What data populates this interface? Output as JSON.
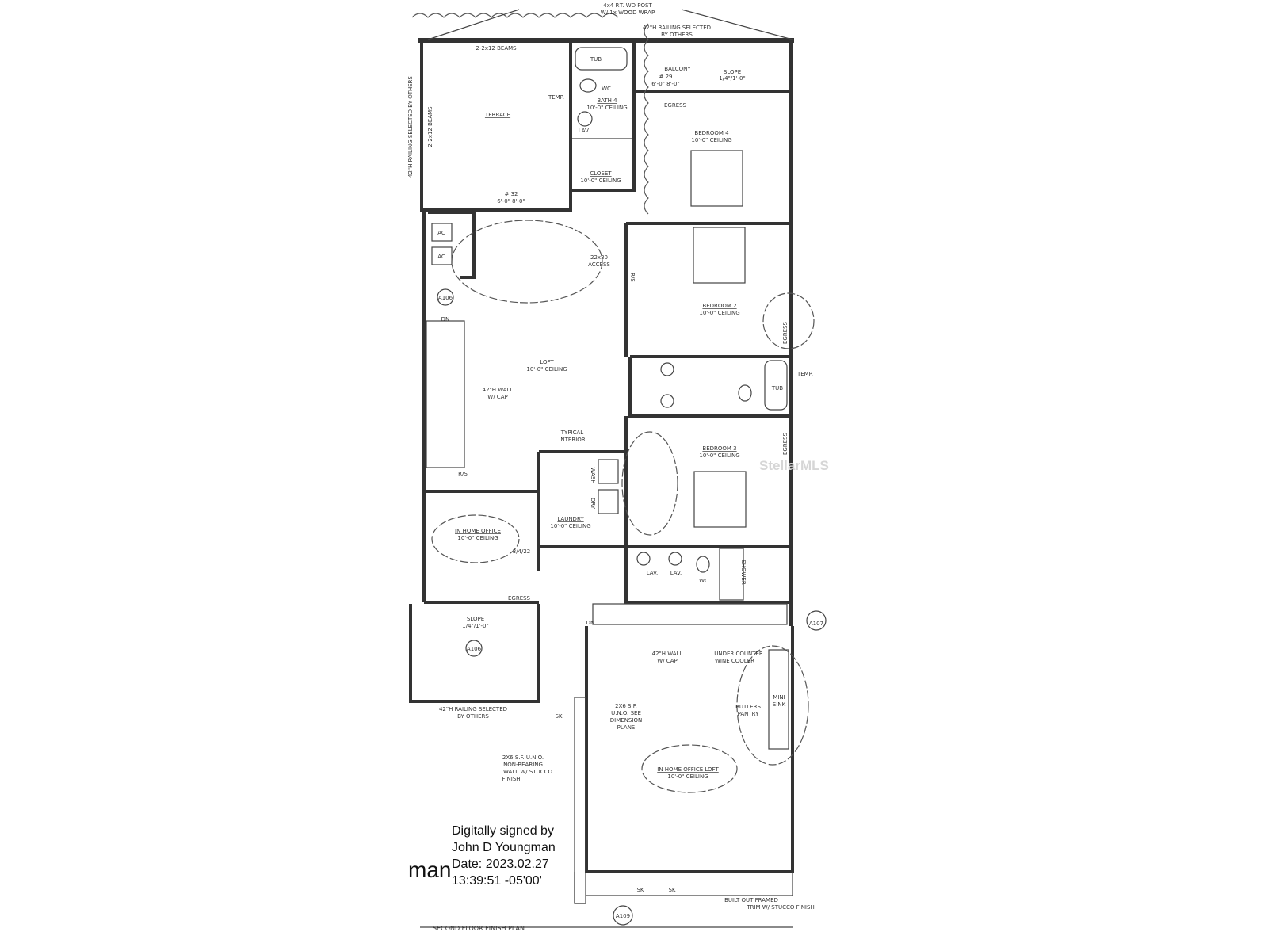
{
  "plan_title": "SECOND FLOOR FINISH PLAN",
  "watermark": "StellarMLS",
  "signature": {
    "partial_name": "man",
    "line1": "Digitally signed by",
    "line2": "John D Youngman",
    "line3": "Date: 2023.02.27",
    "line4": "13:39:51 -05'00'"
  },
  "rooms": {
    "terrace": "TERRACE",
    "bath4": "BATH 4",
    "bath4_ceiling": "10'-0\" CEILING",
    "closet": "CLOSET",
    "closet_ceiling": "10'-0\" CEILING",
    "balcony": "BALCONY",
    "bedroom4": "BEDROOM 4",
    "bedroom4_ceiling": "10'-0\" CEILING",
    "bedroom2": "BEDROOM 2",
    "bedroom2_ceiling": "10'-0\" CEILING",
    "loft": "LOFT",
    "loft_ceiling": "10'-0\" CEILING",
    "bedroom3": "BEDROOM 3",
    "bedroom3_ceiling": "10'-0\" CEILING",
    "laundry": "LAUNDRY",
    "laundry_ceiling": "10'-0\" CEILING",
    "office": "IN HOME OFFICE",
    "office_ceiling": "10'-0\" CEILING",
    "office_loft": "IN HOME OFFICE LOFT",
    "office_loft_ceiling": "10'-0\" CEILING"
  },
  "notes": {
    "post1": "4x4 P.T. WD POST",
    "post2": "W/ 1x WOOD WRAP",
    "railing_top1": "42\"H RAILING SELECTED",
    "railing_top2": "BY OTHERS",
    "beams_top": "2-2x12 BEAMS",
    "beams_left": "2-2x12 BEAMS",
    "beams_right": "2-2x12 BEAMS",
    "railing_left": "42\"H RAILING SELECTED BY OTHERS",
    "tub": "TUB",
    "wc": "WC",
    "lav": "LAV.",
    "temp": "TEMP.",
    "slope_top1": "SLOPE",
    "slope_top2": "1/4\"/1'-0\"",
    "egress": "EGRESS",
    "door_32": "# 32",
    "door_32_size": "6'-0\" 8'-0\"",
    "door_29": "# 29",
    "door_29_size": "6'-0\" 8'-0\"",
    "access1": "22x30",
    "access2": "ACCESS",
    "ac": "AC",
    "dn": "DN",
    "wall42_1": "42\"H WALL",
    "wall42_2": "W/ CAP",
    "typical1": "TYPICAL",
    "typical2": "INTERIOR",
    "rs": "R/S",
    "wash": "WASH",
    "dry": "DRY",
    "tub2": "TUB",
    "temp2": "TEMP.",
    "shower": "SHOWER",
    "date_rev": "3/4/22",
    "slope_low1": "SLOPE",
    "slope_low2": "1/4\"/1'-0\"",
    "railing_low1": "42\"H RAILING SELECTED",
    "railing_low2": "BY OTHERS",
    "wine1": "UNDER COUNTER",
    "wine2": "WINE COOLER",
    "butlers1": "BUTLERS",
    "butlers2": "PANTRY",
    "mini1": "MINI",
    "mini2": "SINK",
    "wall2x6_1": "2X6 S.F.",
    "wall2x6_2": "U.N.O. SEE",
    "wall2x6_3": "DIMENSION",
    "wall2x6_4": "PLANS",
    "nb1": "2X6 S.F. U.N.O.",
    "nb2": "NON-BEARING",
    "nb3": "WALL W/ STUCCO",
    "nb4": "FINISH",
    "trim1": "BUILT OUT FRAMED",
    "trim2": "TRIM W/ STUCCO FINISH",
    "ref_a109": "A109",
    "ref_a106": "A106",
    "ref_a107": "A107",
    "sk": "SK"
  }
}
